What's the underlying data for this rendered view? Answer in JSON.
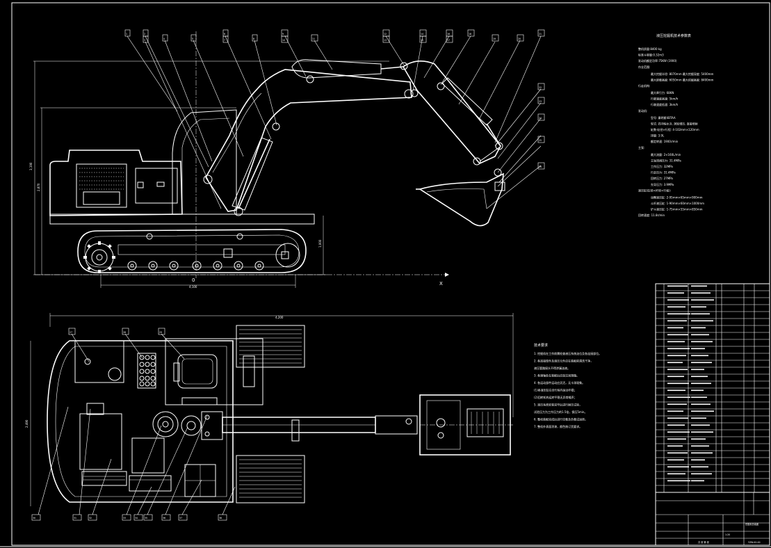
{
  "side_view": {
    "axis_origin": "0",
    "axis_x": "X",
    "dim_bottom": "4,100",
    "dim_height_outer": "3,190",
    "dim_height_inner": "2,870",
    "dim_track_height": "1,000",
    "callouts": [
      "1",
      "2",
      "3",
      "4",
      "5",
      "6",
      "7",
      "8",
      "9",
      "10",
      "11",
      "12",
      "13",
      "14",
      "15",
      "16",
      "17",
      "18",
      "19",
      "20",
      "21",
      "22",
      "23",
      "24",
      "25",
      "26"
    ]
  },
  "top_view": {
    "dim_top": "4,200",
    "dim_left": "2,490",
    "callouts": [
      "27",
      "28",
      "29",
      "30",
      "31",
      "32",
      "33",
      "34",
      "35",
      "36",
      "37",
      "38"
    ]
  },
  "spec_block": {
    "title": "液压挖掘机技术参数表",
    "lines": [
      "整机质量:8400 kg",
      "标准斗容量:0.32m3",
      "发动机额定功率:75KW (1900)",
      "作业范围:",
      "最大挖掘半径: 8070mm    最大挖掘深度: 5400mm",
      "最大卸载高度: 6050mm    最大挖掘高度: 8400mm",
      "行走机构:",
      "最大牵引力: 68KN",
      "行驶速度高速: 5km/h",
      "行驶速度低速: 3km/h",
      "发动机:",
      "型号: 康明斯4BTAA",
      "型式: 四冲程水冷, 涡轮增压, 直接喷射",
      "缸数-缸径×行程: 4-102mm×120mm",
      "排量: 3.9L",
      "额定转速: 1900r/min",
      "主泵:",
      "最大流量: 2×160L/min",
      "主溢流阀压力: 31.4MPa",
      "工作压力: 32MPa",
      "行走压力: 31.4MPa",
      "回转压力: 27MPa",
      "先导压力: 3.9MPa",
      "液压缸(缸径×杆径×行程):",
      "动臂液压缸: 2-95mm×65mm×900mm",
      "斗杆液压缸: 1-90mm×60mm×1000mm",
      "铲斗液压缸: 1-75mm×55mm×850mm",
      "回转速度: 11.8r/min"
    ]
  },
  "tech_req": {
    "title": "技术要求",
    "lines": [
      "1. 挖掘机在工作前需检查液压系统油位及各连接部位。",
      "2. 各连接部件及液压元件应在装配前清洗干净，",
      "   液压管路接头不得渗漏油液。",
      "3. 各销轴处在装配后应加注润滑脂。",
      "4. 各运动部件运动应灵活，无卡滞现象。",
      "   (1)各液压缸在全行程内运动平稳；",
      "   (2)回转机构运转平稳无异常噪声；",
      "5. 液压系统安装完毕后进行耐压试验，",
      "   试验压力为工作压力的1.5倍，保压5min。",
      "6. 整机装配完成后进行空载及负载试运转。",
      "7. 整机外表面涂漆，颜色按订货要求。"
    ]
  },
  "bom": {
    "rows": 30
  },
  "title_block": {
    "drawing_title": "挖掘机总装图",
    "drawing_no": "YZW-00-00",
    "scale": "1:20",
    "sheet": "共 张 第 张"
  }
}
